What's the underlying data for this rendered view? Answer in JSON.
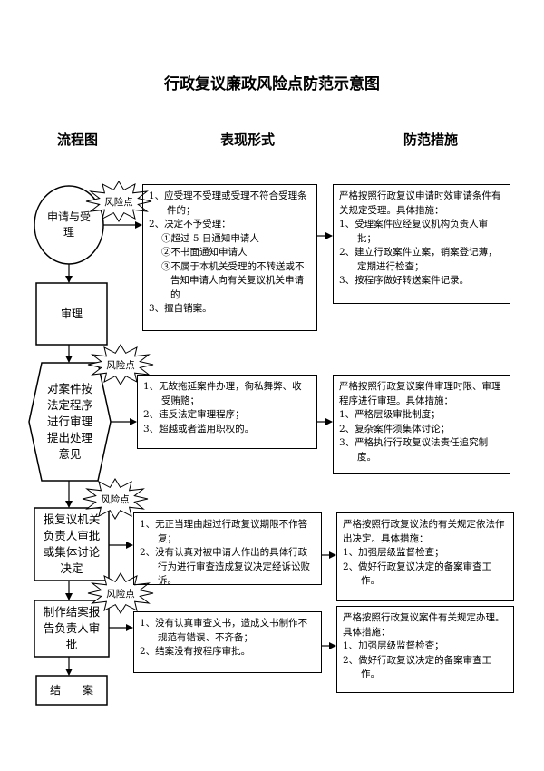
{
  "title": "行政复议廉政风险点防范示意图",
  "columns": {
    "flow": "流程图",
    "form": "表现形式",
    "measures": "防范措施"
  },
  "risk_label": "风险点",
  "steps": [
    {
      "label": "申请与受理"
    },
    {
      "label": "审理"
    },
    {
      "label": "对案件按法定程序进行审理提出处理意见"
    },
    {
      "label": "报复议机关负责人审批或集体讨论决定"
    },
    {
      "label": "制作结案报告负责人审批"
    },
    {
      "label": "结　　案"
    }
  ],
  "risks": [
    {
      "items": [
        "1、应受理不受理或受理不符合受理条件的；",
        "2、决定不予受理：",
        "①超过 5 日通知申请人",
        "②不书面通知申请人",
        "③不属于本机关受理的不转送或不告知申请人向有关复议机关申请的",
        "3、擅自销案。"
      ]
    },
    {
      "items": [
        "1、无故拖延案件办理，徇私舞弊、收受贿赂；",
        "2、违反法定审理程序；",
        "3、超越或者滥用职权的。"
      ]
    },
    {
      "items": [
        "1、无正当理由超过行政复议期限不作答复；",
        "2、没有认真对被申请人作出的具体行政行为进行审查造成复议决定经诉讼败诉。"
      ]
    },
    {
      "items": [
        "1、没有认真审查文书，造成文书制作不规范有错误、不齐备；",
        "2、结案没有按程序审批。"
      ]
    }
  ],
  "measures": [
    {
      "items": [
        "严格按照行政复议申请时效审请条件有关规定受理。具体措施：",
        "1、受理案件应经复议机构负责人审批；",
        "2、建立行政案件立案，销案登记薄，定期进行检查；",
        "3、按程序做好转送案件记录。"
      ]
    },
    {
      "items": [
        "严格按照行政复议案件审理时限、审理程序进行审理。具体措施：",
        "1、严格层级审批制度；",
        "2、复杂案件须集体讨论；",
        "3、严格执行行政复议法责任追究制度。"
      ]
    },
    {
      "items": [
        "严格按照行政复议法的有关规定依法作出决定。具体措施：",
        "1、加强层级监督检查；",
        "2、做好行政复议决定的备案审查工作。"
      ]
    },
    {
      "items": [
        "严格按照行政复议案件有关规定办理。具体措施：",
        "1、加强层级监督检查；",
        "2、做好行政复议决定的备案审查工作。"
      ]
    }
  ]
}
